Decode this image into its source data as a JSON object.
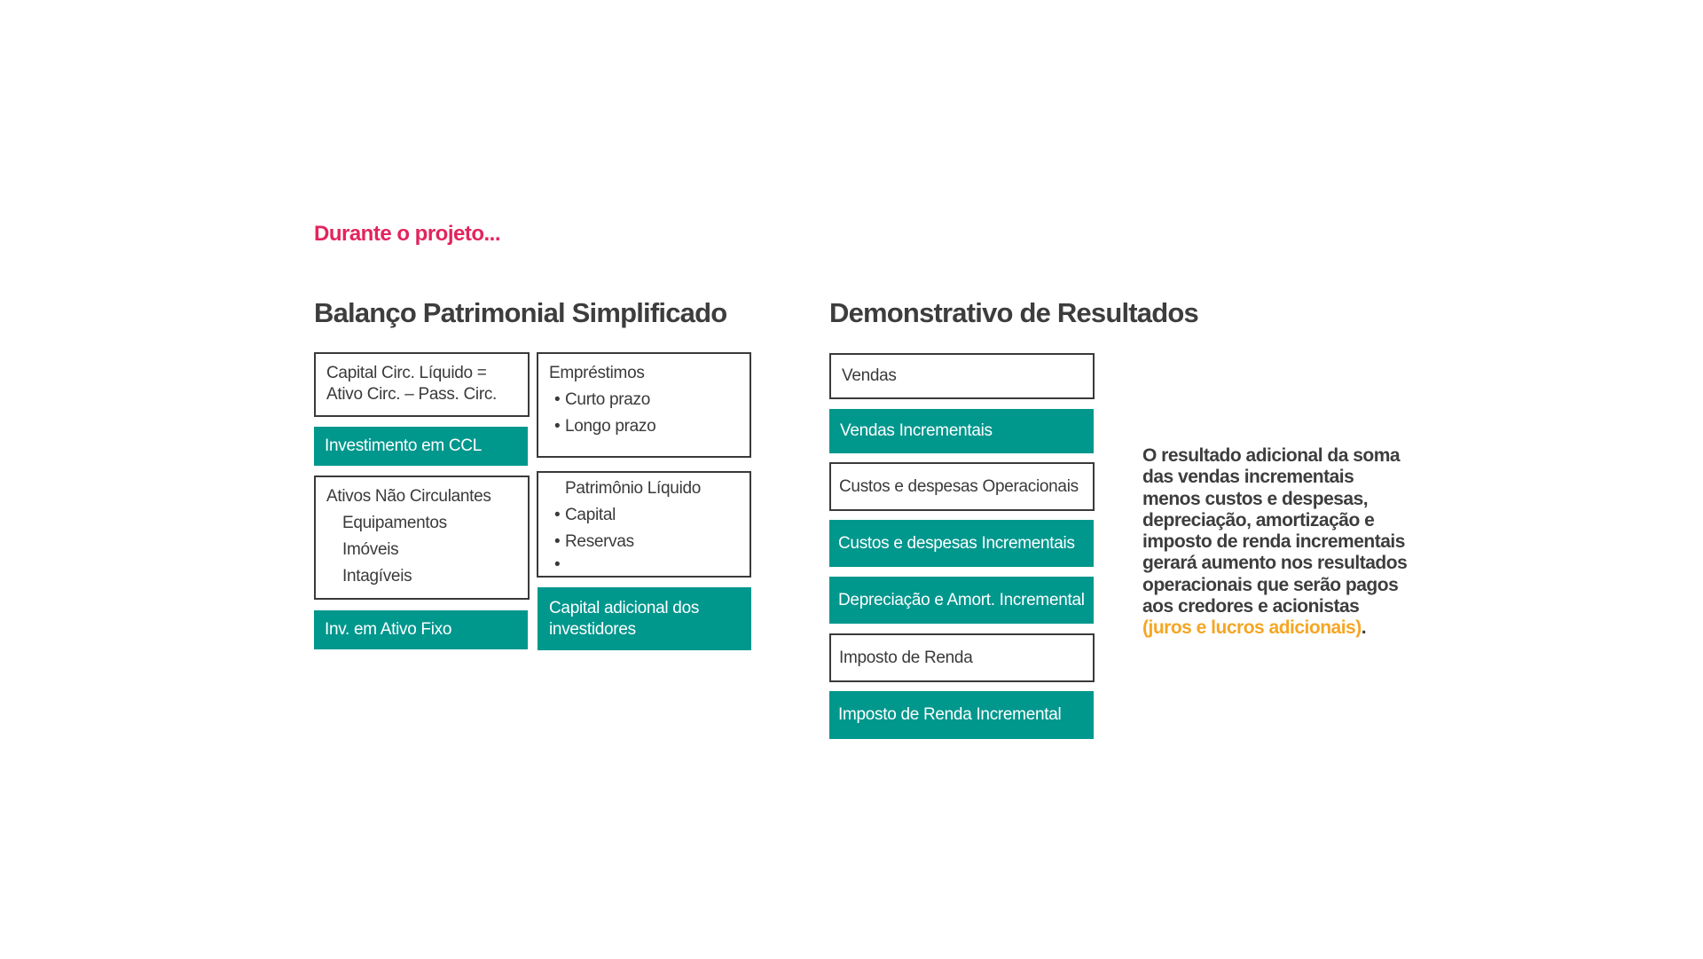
{
  "subtitle": "Durante o projeto...",
  "balance": {
    "title": "Balanço Patrimonial Simplificado",
    "ccl_box": {
      "line1": "Capital Circ. Líquido =",
      "line2": "Ativo Circ. – Pass. Circ."
    },
    "ccl_investment": "Investimento em CCL",
    "non_current": {
      "title": "Ativos Não Circulantes",
      "items": [
        "Equipamentos",
        "Imóveis",
        "Intagíveis"
      ]
    },
    "fixed_investment": "Inv. em Ativo Fixo",
    "loans": {
      "title": "Empréstimos",
      "items": [
        "Curto prazo",
        "Longo prazo"
      ]
    },
    "equity": {
      "title": "Patrimônio Líquido",
      "items": [
        "Capital",
        "Reservas",
        ""
      ]
    },
    "additional_capital": {
      "line1": "Capital adicional dos",
      "line2": "investidores"
    }
  },
  "income": {
    "title": "Demonstrativo de Resultados",
    "rows": [
      {
        "label": "Vendas",
        "style": "outline"
      },
      {
        "label": "Vendas Incrementais",
        "style": "teal"
      },
      {
        "label": "Custos e despesas Operacionais",
        "style": "outline"
      },
      {
        "label": "Custos e despesas Incrementais",
        "style": "teal"
      },
      {
        "label": "Depreciação e Amort. Incremental",
        "style": "teal"
      },
      {
        "label": "Imposto de Renda",
        "style": "outline"
      },
      {
        "label": "Imposto de Renda Incremental",
        "style": "teal"
      }
    ]
  },
  "paragraph": {
    "lines": [
      "O resultado adicional da soma",
      "das vendas incrementais",
      "menos custos e despesas,",
      "depreciação, amortização e",
      "imposto de renda incrementais",
      "gerará aumento nos resultados",
      "operacionais que serão pagos",
      "aos credores e acionistas"
    ],
    "highlight": "(juros e lucros adicionais)",
    "end": "."
  },
  "colors": {
    "accent": "#e3245e",
    "teal": "#00978d",
    "highlight": "#f5a623",
    "text": "#3a3a3a"
  }
}
